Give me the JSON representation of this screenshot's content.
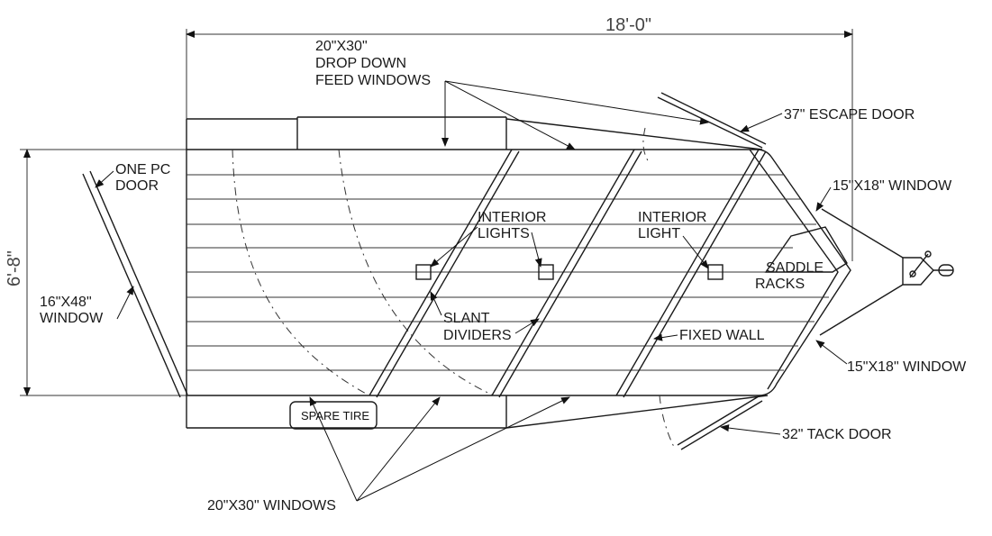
{
  "dimensions": {
    "length": "18'-0\"",
    "height": "6'-8\""
  },
  "labels": {
    "feed_windows": [
      "20\"X30\"",
      "DROP DOWN",
      "FEED WINDOWS"
    ],
    "escape_door": "37\" ESCAPE DOOR",
    "one_pc_door": [
      "ONE PC",
      "DOOR"
    ],
    "window_16x48": [
      "16\"X48\"",
      "WINDOW"
    ],
    "window_top": "15\"X18\" WINDOW",
    "window_bottom": "15\"X18\" WINDOW",
    "interior_lights": [
      "INTERIOR",
      "LIGHTS"
    ],
    "interior_light": [
      "INTERIOR",
      "LIGHT"
    ],
    "saddle_racks": [
      "SADDLE",
      "RACKS"
    ],
    "slant_dividers": [
      "SLANT",
      "DIVIDERS"
    ],
    "fixed_wall": "FIXED WALL",
    "spare_tire": "SPARE TIRE",
    "tack_door": "32\" TACK DOOR",
    "windows_20x30": "20\"X30\" WINDOWS"
  }
}
